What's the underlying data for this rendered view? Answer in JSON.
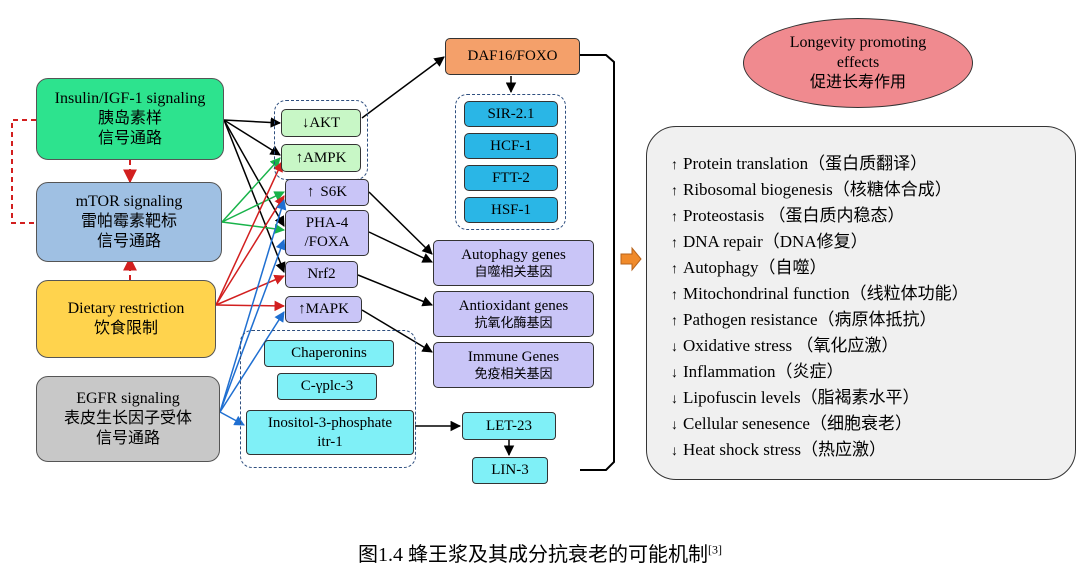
{
  "sources": {
    "insulin": {
      "line1": "Insulin/IGF-1 signaling",
      "line2": "胰岛素样",
      "line3": "信号通路",
      "color": "#2de38e"
    },
    "mtor": {
      "line1": "mTOR signaling",
      "line2": "雷帕霉素靶标",
      "line3": "信号通路",
      "color": "#9fc0e3"
    },
    "dietary": {
      "line1": "Dietary restriction",
      "line2": "饮食限制",
      "color": "#ffd34d"
    },
    "egfr": {
      "line1": "EGFR signaling",
      "line2": "表皮生长因子受体",
      "line3": "信号通路",
      "color": "#c8c8c8"
    }
  },
  "mediators": {
    "akt": {
      "arrow": "↓",
      "label": "AKT"
    },
    "ampk": {
      "arrow": "↑",
      "label": "AMPK"
    },
    "s6k": {
      "arrow": "↑",
      "label": "S6K"
    },
    "pha4": {
      "line1": "PHA-4",
      "line2": "/FOXA"
    },
    "nrf2": {
      "label": "Nrf2"
    },
    "mapk": {
      "arrow": "↑",
      "label": "MAPK"
    }
  },
  "daf16": "DAF16/FOXO",
  "daf_targets": [
    "SIR-2.1",
    "HCF-1",
    "FTT-2",
    "HSF-1"
  ],
  "gene_groups": [
    {
      "en": "Autophagy genes",
      "zh": "自噬相关基因"
    },
    {
      "en": "Antioxidant genes",
      "zh": "抗氧化酶基因"
    },
    {
      "en": "Immune Genes",
      "zh": "免疫相关基因"
    }
  ],
  "egfr_targets": {
    "chaperonins": "Chaperonins",
    "cgplc": "C-γplc-3",
    "inositol_line1": "Inositol-3-phosphate",
    "inositol_line2": "itr-1"
  },
  "let23": "LET-23",
  "lin3": "LIN-3",
  "longevity": {
    "line1": "Longevity promoting",
    "line2": "effects",
    "line3": "促进长寿作用",
    "color": "#f08a8f"
  },
  "effects": [
    {
      "dir": "↑",
      "text": "Protein translation（蛋白质翻译）"
    },
    {
      "dir": "↑",
      "text": "Ribosomal biogenesis（核糖体合成）"
    },
    {
      "dir": "↑",
      "text": "Proteostasis （蛋白质内稳态）"
    },
    {
      "dir": "↑",
      "text": "DNA repair（DNA修复）"
    },
    {
      "dir": "↑",
      "text": "Autophagy（自噬）"
    },
    {
      "dir": "↑",
      "text": "Mitochondrinal function（线粒体功能）"
    },
    {
      "dir": "↑",
      "text": "Pathogen resistance（病原体抵抗）"
    },
    {
      "dir": "↓",
      "text": "Oxidative stress （氧化应激）"
    },
    {
      "dir": "↓",
      "text": "Inflammation（炎症）"
    },
    {
      "dir": "↓",
      "text": "Lipofuscin levels（脂褐素水平）"
    },
    {
      "dir": "↓",
      "text": "Cellular senesence（细胞衰老）"
    },
    {
      "dir": "↓",
      "text": "Heat shock stress（热应激）"
    }
  ],
  "caption": {
    "text": "图1.4 蜂王浆及其成分抗衰老的可能机制",
    "ref": "[3]"
  }
}
